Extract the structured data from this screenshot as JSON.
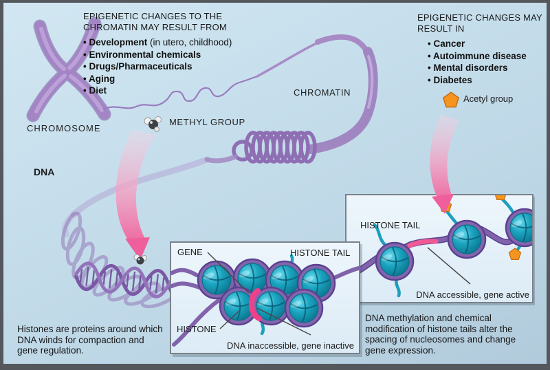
{
  "causes_panel": {
    "heading": "EPIGENETIC CHANGES TO THE CHROMATIN MAY RESULT FROM",
    "bullets": [
      {
        "bold": "Development",
        "normal": " (in utero, childhood)"
      },
      {
        "bold": "Environmental chemicals",
        "normal": ""
      },
      {
        "bold": "Drugs/Pharmaceuticals",
        "normal": ""
      },
      {
        "bold": "Aging",
        "normal": ""
      },
      {
        "bold": "Diet",
        "normal": ""
      }
    ]
  },
  "effects_panel": {
    "heading": "EPIGENETIC CHANGES MAY RESULT IN",
    "bullets": [
      {
        "bold": "Cancer",
        "normal": ""
      },
      {
        "bold": "Autoimmune disease",
        "normal": ""
      },
      {
        "bold": "Mental disorders",
        "normal": ""
      },
      {
        "bold": "Diabetes",
        "normal": ""
      }
    ]
  },
  "labels": {
    "chromosome": "CHROMOSOME",
    "chromatin": "CHROMATIN",
    "dna": "DNA",
    "methyl_group": "METHYL GROUP",
    "acetyl_group": "Acetyl group"
  },
  "inactive_box": {
    "gene": "GENE",
    "histone_tail": "HISTONE TAIL",
    "histone": "HISTONE",
    "caption": "DNA inaccessible, gene inactive"
  },
  "active_box": {
    "histone_tail": "HISTONE TAIL",
    "caption": "DNA accessible, gene active"
  },
  "notes": {
    "histones": "Histones are proteins around which DNA winds for compaction and gene regulation.",
    "methylation": "DNA methylation and chemical modification of histone tails alter the spacing of nucleosomes and change gene expression."
  },
  "colors": {
    "background_blue": "#c3dcea",
    "chromatin_purple": "#9678b8",
    "nucleosome_teal": "#17a0bc",
    "gene_pink": "#ee5f9b",
    "acetyl_orange": "#f5941f",
    "frame_gray": "#54585d"
  }
}
